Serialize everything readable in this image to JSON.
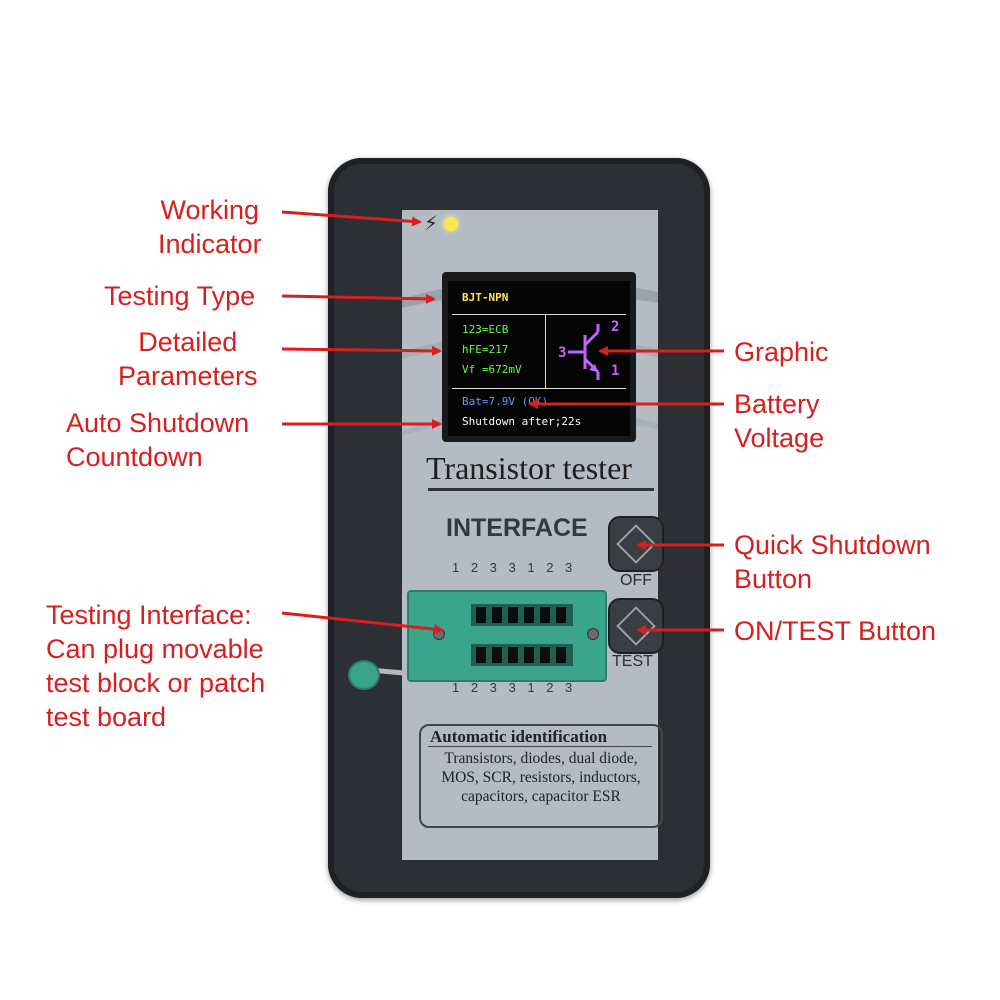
{
  "labels": {
    "working_indicator": [
      "Working",
      "Indicator"
    ],
    "testing_type": [
      "Testing Type"
    ],
    "detailed_parameters": [
      "Detailed",
      "Parameters"
    ],
    "auto_shutdown": [
      "Auto Shutdown",
      "Countdown"
    ],
    "testing_interface": [
      "Testing Interface:",
      "Can plug movable",
      "test block or patch",
      "test board"
    ],
    "graphic": [
      "Graphic"
    ],
    "battery_voltage": [
      "Battery",
      "Voltage"
    ],
    "quick_shutdown": [
      "Quick Shutdown",
      "Button"
    ],
    "on_test": [
      "ON/TEST Button"
    ]
  },
  "screen": {
    "type": "BJT-NPN",
    "params": [
      "123=ECB",
      "hFE=217",
      "Vf =672mV"
    ],
    "symbol_pins": [
      "2",
      "3",
      "1"
    ],
    "battery": "Bat=7.9V (OK)",
    "shutdown": "Shutdown after;22s"
  },
  "device": {
    "title": "Transistor tester",
    "interface": "INTERFACE",
    "pins_top": "1 2 3 3 1 2 3",
    "pins_bottom": "1 2 3 3 1 2 3",
    "off_label": "OFF",
    "test_label": "TEST",
    "auto_title": "Automatic identification",
    "auto_lines": [
      "Transistors, diodes, dual diode,",
      "MOS, SCR, resistors, inductors,",
      "capacitors, capacitor ESR"
    ]
  },
  "colors": {
    "label": "#d81e1e",
    "screen_type": "#ffe84a",
    "screen_params": "#5cff3c",
    "screen_symbol": "#c264ff",
    "screen_battery": "#4aa0ff",
    "screen_shutdown": "#ffffff"
  }
}
